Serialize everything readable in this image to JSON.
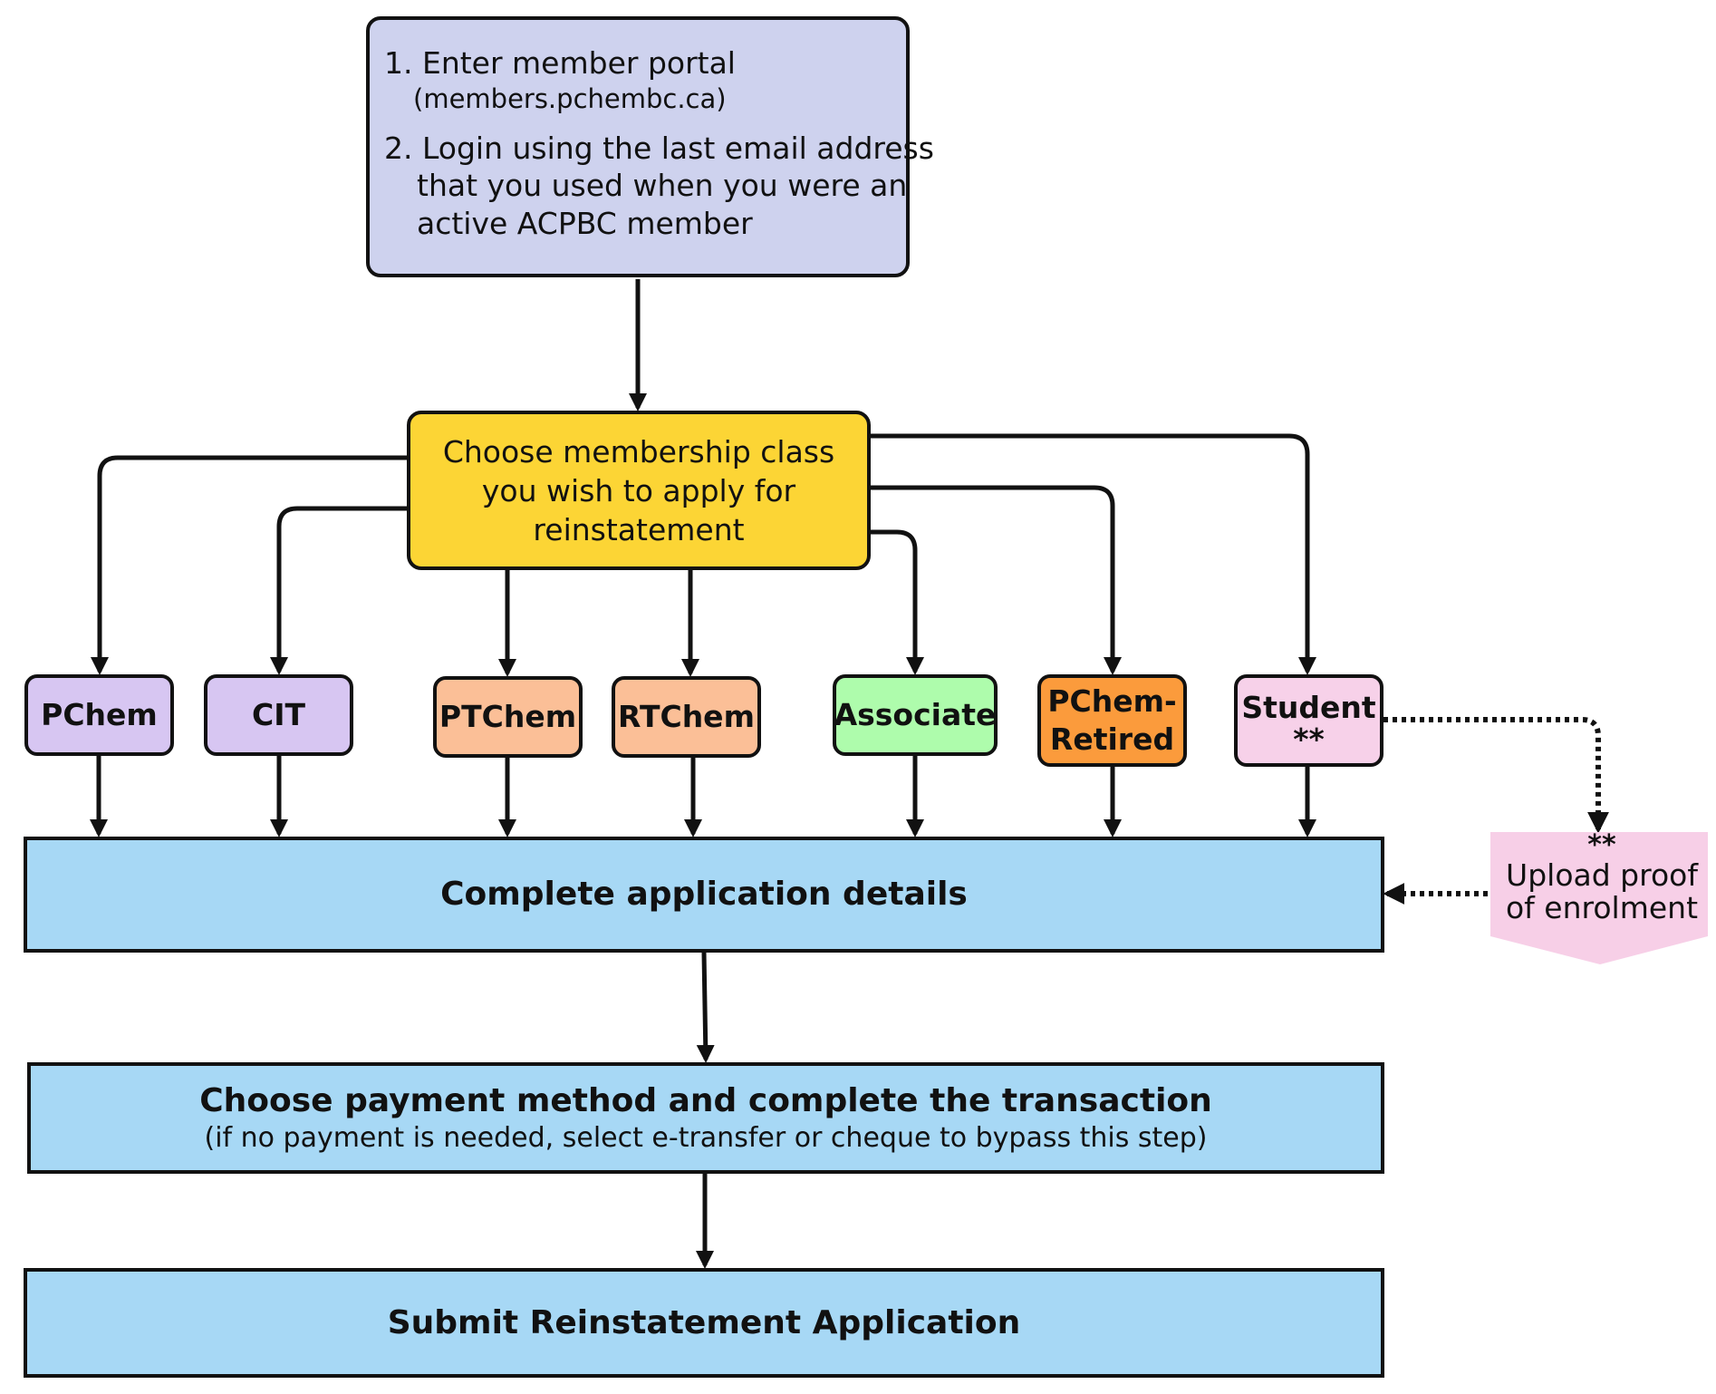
{
  "colors": {
    "start_fill": "#ced2ee",
    "choose_fill": "#fcd535",
    "purple_fill": "#d7c6f2",
    "peach_fill": "#fbbf97",
    "green_fill": "#aefcac",
    "orange_fill": "#fb9b3c",
    "pink_fill": "#f7d1e9",
    "step_fill": "#a7d8f5",
    "note_fill": "#f7cfe7",
    "line": "#111111"
  },
  "start": {
    "step1": "1. Enter member portal",
    "step1_sub": "(members.pchembc.ca)",
    "step2_line1": "2. Login using the last email address",
    "step2_line2": "that you used when you were an",
    "step2_line3": "active ACPBC member"
  },
  "choose": {
    "line1": "Choose membership class",
    "line2": "you wish to apply for",
    "line3": "reinstatement"
  },
  "classes": {
    "pchem": "PChem",
    "cit": "CIT",
    "ptchem": "PTChem",
    "rtchem": "RTChem",
    "associate": "Associate",
    "retired_line1": "PChem-",
    "retired_line2": "Retired",
    "student_line1": "Student",
    "student_line2": "**"
  },
  "steps": {
    "complete": "Complete application details",
    "payment_title": "Choose payment method and complete the transaction",
    "payment_sub": "(if no payment is needed, select e-transfer or cheque to bypass this step)",
    "submit": "Submit Reinstatement Application"
  },
  "note": {
    "marker": "**",
    "line1": "Upload proof",
    "line2": "of enrolment"
  }
}
